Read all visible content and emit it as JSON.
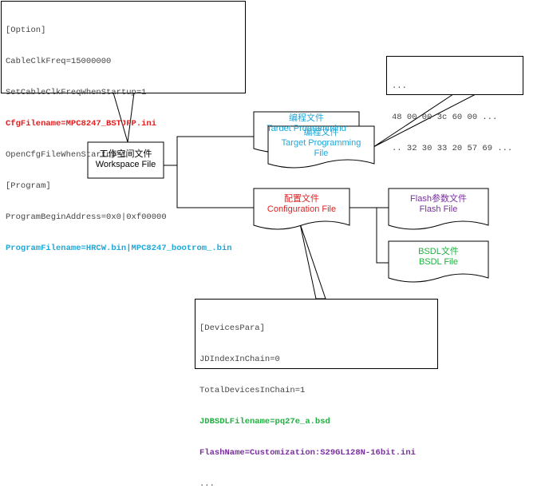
{
  "option_callout": {
    "lines": [
      {
        "text": "[Option]",
        "style": "normal"
      },
      {
        "text": "CableClkFreq=15000000",
        "style": "normal"
      },
      {
        "text": "SetCableClkFreqWhenStartup=1",
        "style": "normal"
      },
      {
        "text": "CfgFilename=MPC8247_BSTJFP.ini",
        "style": "red"
      },
      {
        "text": "OpenCfgFileWhenStartup=1",
        "style": "normal"
      },
      {
        "text": "[Program]",
        "style": "normal"
      },
      {
        "text": "ProgramBeginAddress=0x0|0xf00000",
        "style": "normal"
      },
      {
        "text": "ProgramFilename=HRCW.bin|MPC8247_bootrom_.bin",
        "style": "cyan"
      }
    ]
  },
  "hex_callout": {
    "lines": [
      {
        "text": "...",
        "style": "normal"
      },
      {
        "text": "48 00 00 3c 60 00 ...",
        "style": "normal"
      },
      {
        "text": ".. 32 30 33 20 57 69 ...",
        "style": "normal"
      }
    ]
  },
  "devices_callout": {
    "lines": [
      {
        "text": "[DevicesPara]",
        "style": "normal"
      },
      {
        "text": "JDIndexInChain=0",
        "style": "normal"
      },
      {
        "text": "TotalDevicesInChain=1",
        "style": "normal"
      },
      {
        "text": "JDBSDLFilename=pq27e_a.bsd",
        "style": "green"
      },
      {
        "text": "FlashName=Customization:S29GL128N-16bit.ini",
        "style": "purple"
      },
      {
        "text": "...",
        "style": "normal"
      }
    ]
  },
  "nodes": {
    "workspace": {
      "line1": "工作空间文件",
      "line2": "Workspace File"
    },
    "target_back": {
      "line1": "编程文件",
      "line2": "Target Programming"
    },
    "target_front": {
      "line1": "编程文件",
      "line2": "Target Programming",
      "line3": "File"
    },
    "config": {
      "line1": "配置文件",
      "line2": "Configuration File"
    },
    "flash": {
      "line1": "Flash参数文件",
      "line2": "Flash File"
    },
    "bsdl": {
      "line1": "BSDL文件",
      "line2": "BSDL File"
    }
  },
  "colors": {
    "red": "#e02020",
    "cyan": "#1fa8d8",
    "green": "#20b040",
    "purple": "#7a2fa0",
    "text": "#444444"
  }
}
